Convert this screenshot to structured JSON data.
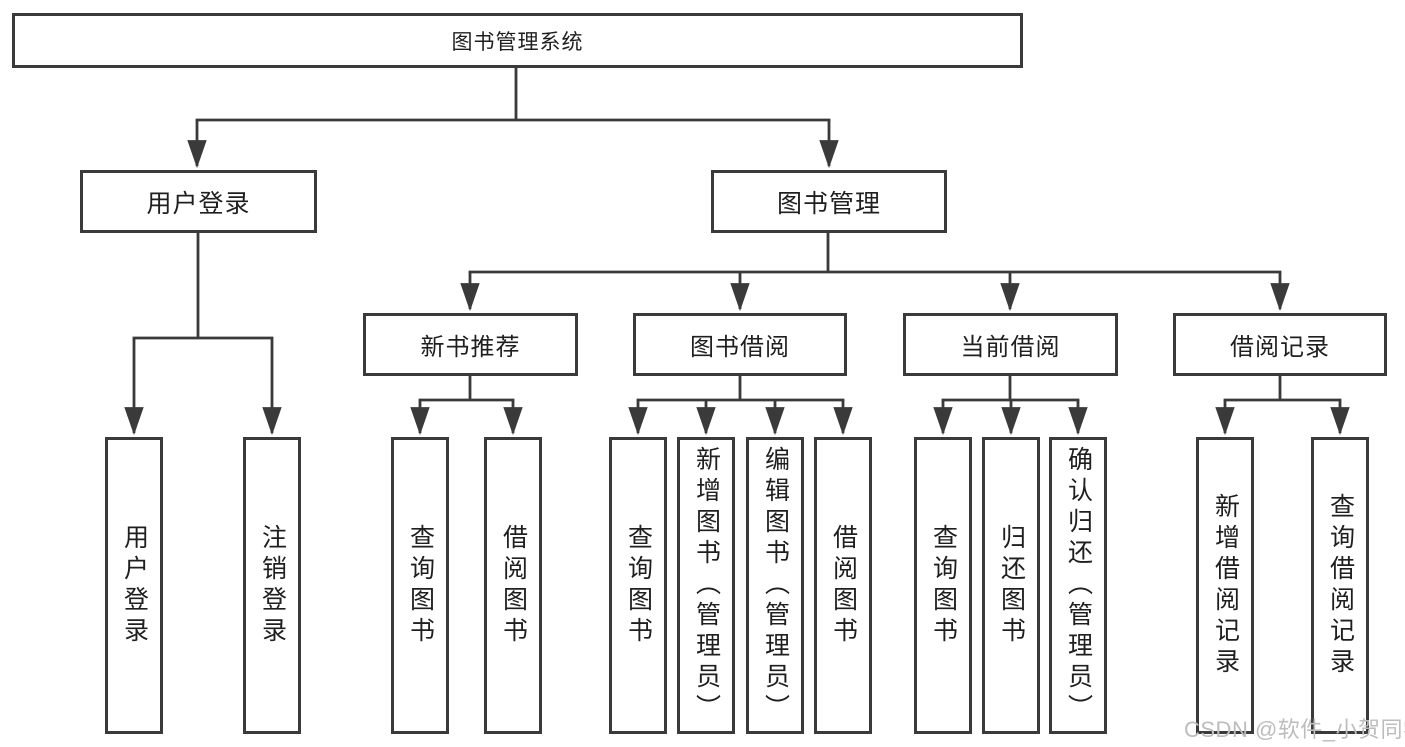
{
  "tree": {
    "root": "图书管理系统",
    "branches": [
      {
        "label": "用户登录",
        "leaves": [
          "用户登录",
          "注销登录"
        ]
      },
      {
        "label": "图书管理",
        "sections": [
          {
            "label": "新书推荐",
            "leaves": [
              "查询图书",
              "借阅图书"
            ]
          },
          {
            "label": "图书借阅",
            "leaves": [
              "查询图书",
              "新增图书（管理员）",
              "编辑图书（管理员）",
              "借阅图书"
            ]
          },
          {
            "label": "当前借阅",
            "leaves": [
              "查询图书",
              "归还图书",
              "确认归还（管理员）"
            ]
          },
          {
            "label": "借阅记录",
            "leaves": [
              "新增借阅记录",
              "查询借阅记录"
            ]
          }
        ]
      }
    ]
  },
  "watermark": {
    "text": "CSDN @软件_小贺同学"
  },
  "colors": {
    "line": "#3a3a3a",
    "box_border": "#3a3a3a",
    "text": "#1f1f1f",
    "watermark": "#bdbdbd",
    "background": "#ffffff"
  }
}
